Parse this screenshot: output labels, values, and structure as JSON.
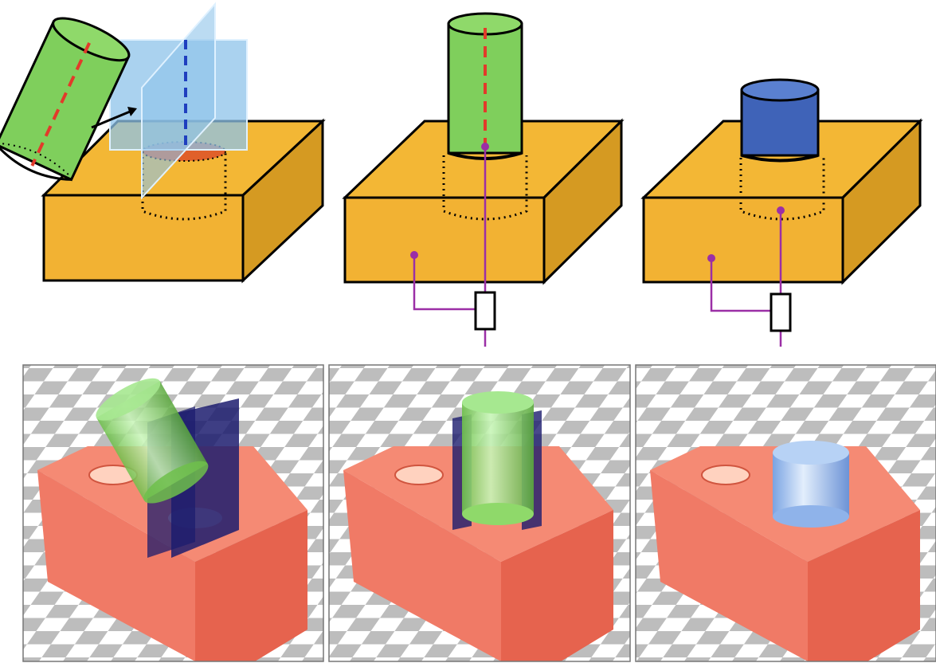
{
  "colors": {
    "block_front": "#f2b233",
    "block_top": "#f3b735",
    "block_side": "#d59a22",
    "outline": "#000000",
    "peg_green": "#7fcf5c",
    "peg_green_top": "#8fd96a",
    "peg_blue": "#3f63b8",
    "peg_blue_top": "#5a80d0",
    "axis_red": "#e23a2a",
    "axis_blue": "#1f3fbf",
    "plane_blue": "#8ec3ea",
    "constraint": "#9b2fa6",
    "brick_red": "#f07a66",
    "brick_side": "#e4614c",
    "render_plane": "#1c1c6e",
    "render_peg": "#9fe39f",
    "render_peg_blue": "#9fc2f0",
    "checker_dark": "#bdbdbd",
    "checker_light": "#ffffff",
    "panel_border": "#777777"
  },
  "panels": {
    "top": [
      {
        "name": "diagram-misaligned",
        "peg": "green",
        "tilted": true,
        "planes": true
      },
      {
        "name": "diagram-aligned",
        "peg": "green",
        "tilted": false,
        "planes": false,
        "constraint": true
      },
      {
        "name": "diagram-constrained",
        "peg": "blue",
        "tilted": false,
        "planes": false,
        "constraint": true
      }
    ],
    "bottom": [
      {
        "name": "render-misaligned",
        "peg": "green",
        "tilted": true,
        "planes": true
      },
      {
        "name": "render-aligned",
        "peg": "green",
        "tilted": false,
        "planes": true
      },
      {
        "name": "render-constrained",
        "peg": "blue",
        "tilted": false,
        "planes": false
      }
    ]
  },
  "icons": {
    "arrow": "arrow-icon",
    "spring": "constraint-box-icon"
  }
}
